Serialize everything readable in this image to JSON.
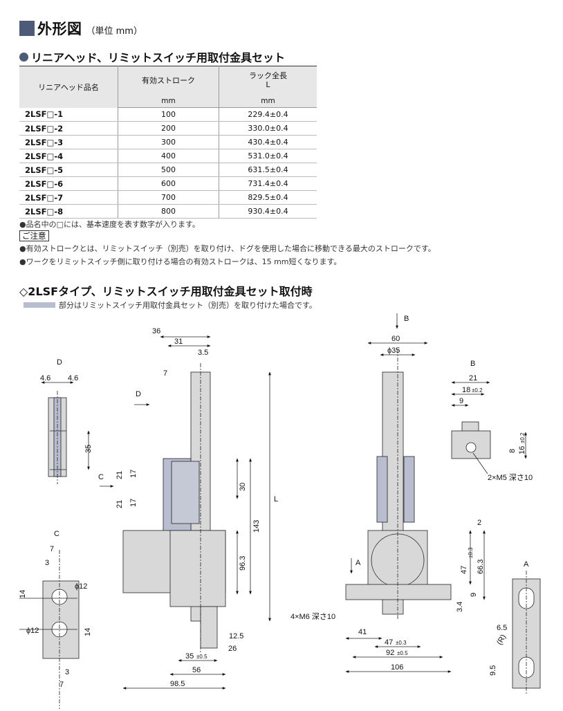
{
  "header": {
    "title": "外形図",
    "unit": "（単位 mm）"
  },
  "section1": {
    "title": "リニアヘッド、リミットスイッチ用取付金具セット"
  },
  "table": {
    "headers": {
      "model": "リニアヘッド品名",
      "stroke": "有効ストローク",
      "rack": "ラック全長",
      "rack_sub": "L",
      "unit": "mm"
    },
    "rows": [
      {
        "model": "2LSF□-1",
        "stroke": "100",
        "length": "229.4±0.4"
      },
      {
        "model": "2LSF□-2",
        "stroke": "200",
        "length": "330.0±0.4"
      },
      {
        "model": "2LSF□-3",
        "stroke": "300",
        "length": "430.4±0.4"
      },
      {
        "model": "2LSF□-4",
        "stroke": "400",
        "length": "531.0±0.4"
      },
      {
        "model": "2LSF□-5",
        "stroke": "500",
        "length": "631.5±0.4"
      },
      {
        "model": "2LSF□-6",
        "stroke": "600",
        "length": "731.4±0.4"
      },
      {
        "model": "2LSF□-7",
        "stroke": "700",
        "length": "829.5±0.4"
      },
      {
        "model": "2LSF□-8",
        "stroke": "800",
        "length": "930.4±0.4"
      }
    ]
  },
  "notes": {
    "note1": "●品名中の□には、基本速度を表す数字が入ります。",
    "caution_label": "ご注意",
    "caution1": "●有効ストロークとは、リミットスイッチ（別売）を取り付け、ドグを使用した場合に移動できる最大のストロークです。",
    "caution2": "●ワークをリミットスイッチ側に取り付ける場合の有効ストロークは、15 mm短くなります。"
  },
  "section2": {
    "title": "◇2LSFタイプ、リミットスイッチ用取付金具セット取付時",
    "legend": "部分はリミットスイッチ用取付金具セット（別売）を取り付けた場合です。"
  },
  "drawing": {
    "view_labels": {
      "D": "D",
      "C": "C",
      "B": "B",
      "A": "A",
      "L": "L"
    },
    "dims_D": {
      "w1": "4.6",
      "w2": "4.6",
      "h": "35"
    },
    "dims_C": {
      "t1": "7",
      "t2": "3",
      "h1": "14",
      "d1": "ϕ12",
      "d2": "ϕ12",
      "h2": "14",
      "b1": "3",
      "b2": "7"
    },
    "dims_main": {
      "w36": "36",
      "w31": "31",
      "w3_5": "3.5",
      "w7": "7",
      "h21a": "21",
      "h17a": "17",
      "h21b": "21",
      "h17b": "17",
      "h30": "30",
      "h143": "143",
      "h96_3": "96.3",
      "w12_5": "12.5",
      "w26": "26",
      "w35": "35",
      "tol35": "±0.5",
      "w56": "56",
      "w98_5": "98.5"
    },
    "dims_front": {
      "w60": "60",
      "d35": "ϕ35",
      "h2": "2",
      "h47": "47",
      "tol47": "±0.3",
      "h66_3": "66.3",
      "h9": "9",
      "h3_4": "3.4",
      "w41": "41",
      "w47": "47",
      "tolw47": "±0.3",
      "w92": "92",
      "tolw92": "±0.5",
      "w106": "106",
      "holes": "4×M6 深さ10"
    },
    "dims_B": {
      "w21": "21",
      "w18": "18",
      "tol18": "±0.2",
      "w9": "9",
      "h8": "8",
      "h16": "16",
      "tol16": "±0.2",
      "holes": "2×M5 深さ10"
    },
    "dims_A": {
      "w6_5": "6.5",
      "r": "(R)",
      "h9_5": "9.5"
    }
  },
  "colors": {
    "accent": "#4d5a78",
    "part_fill": "#d8d8d8",
    "bracket_fill": "#b8bdd0",
    "table_header": "#e7e7e7"
  }
}
